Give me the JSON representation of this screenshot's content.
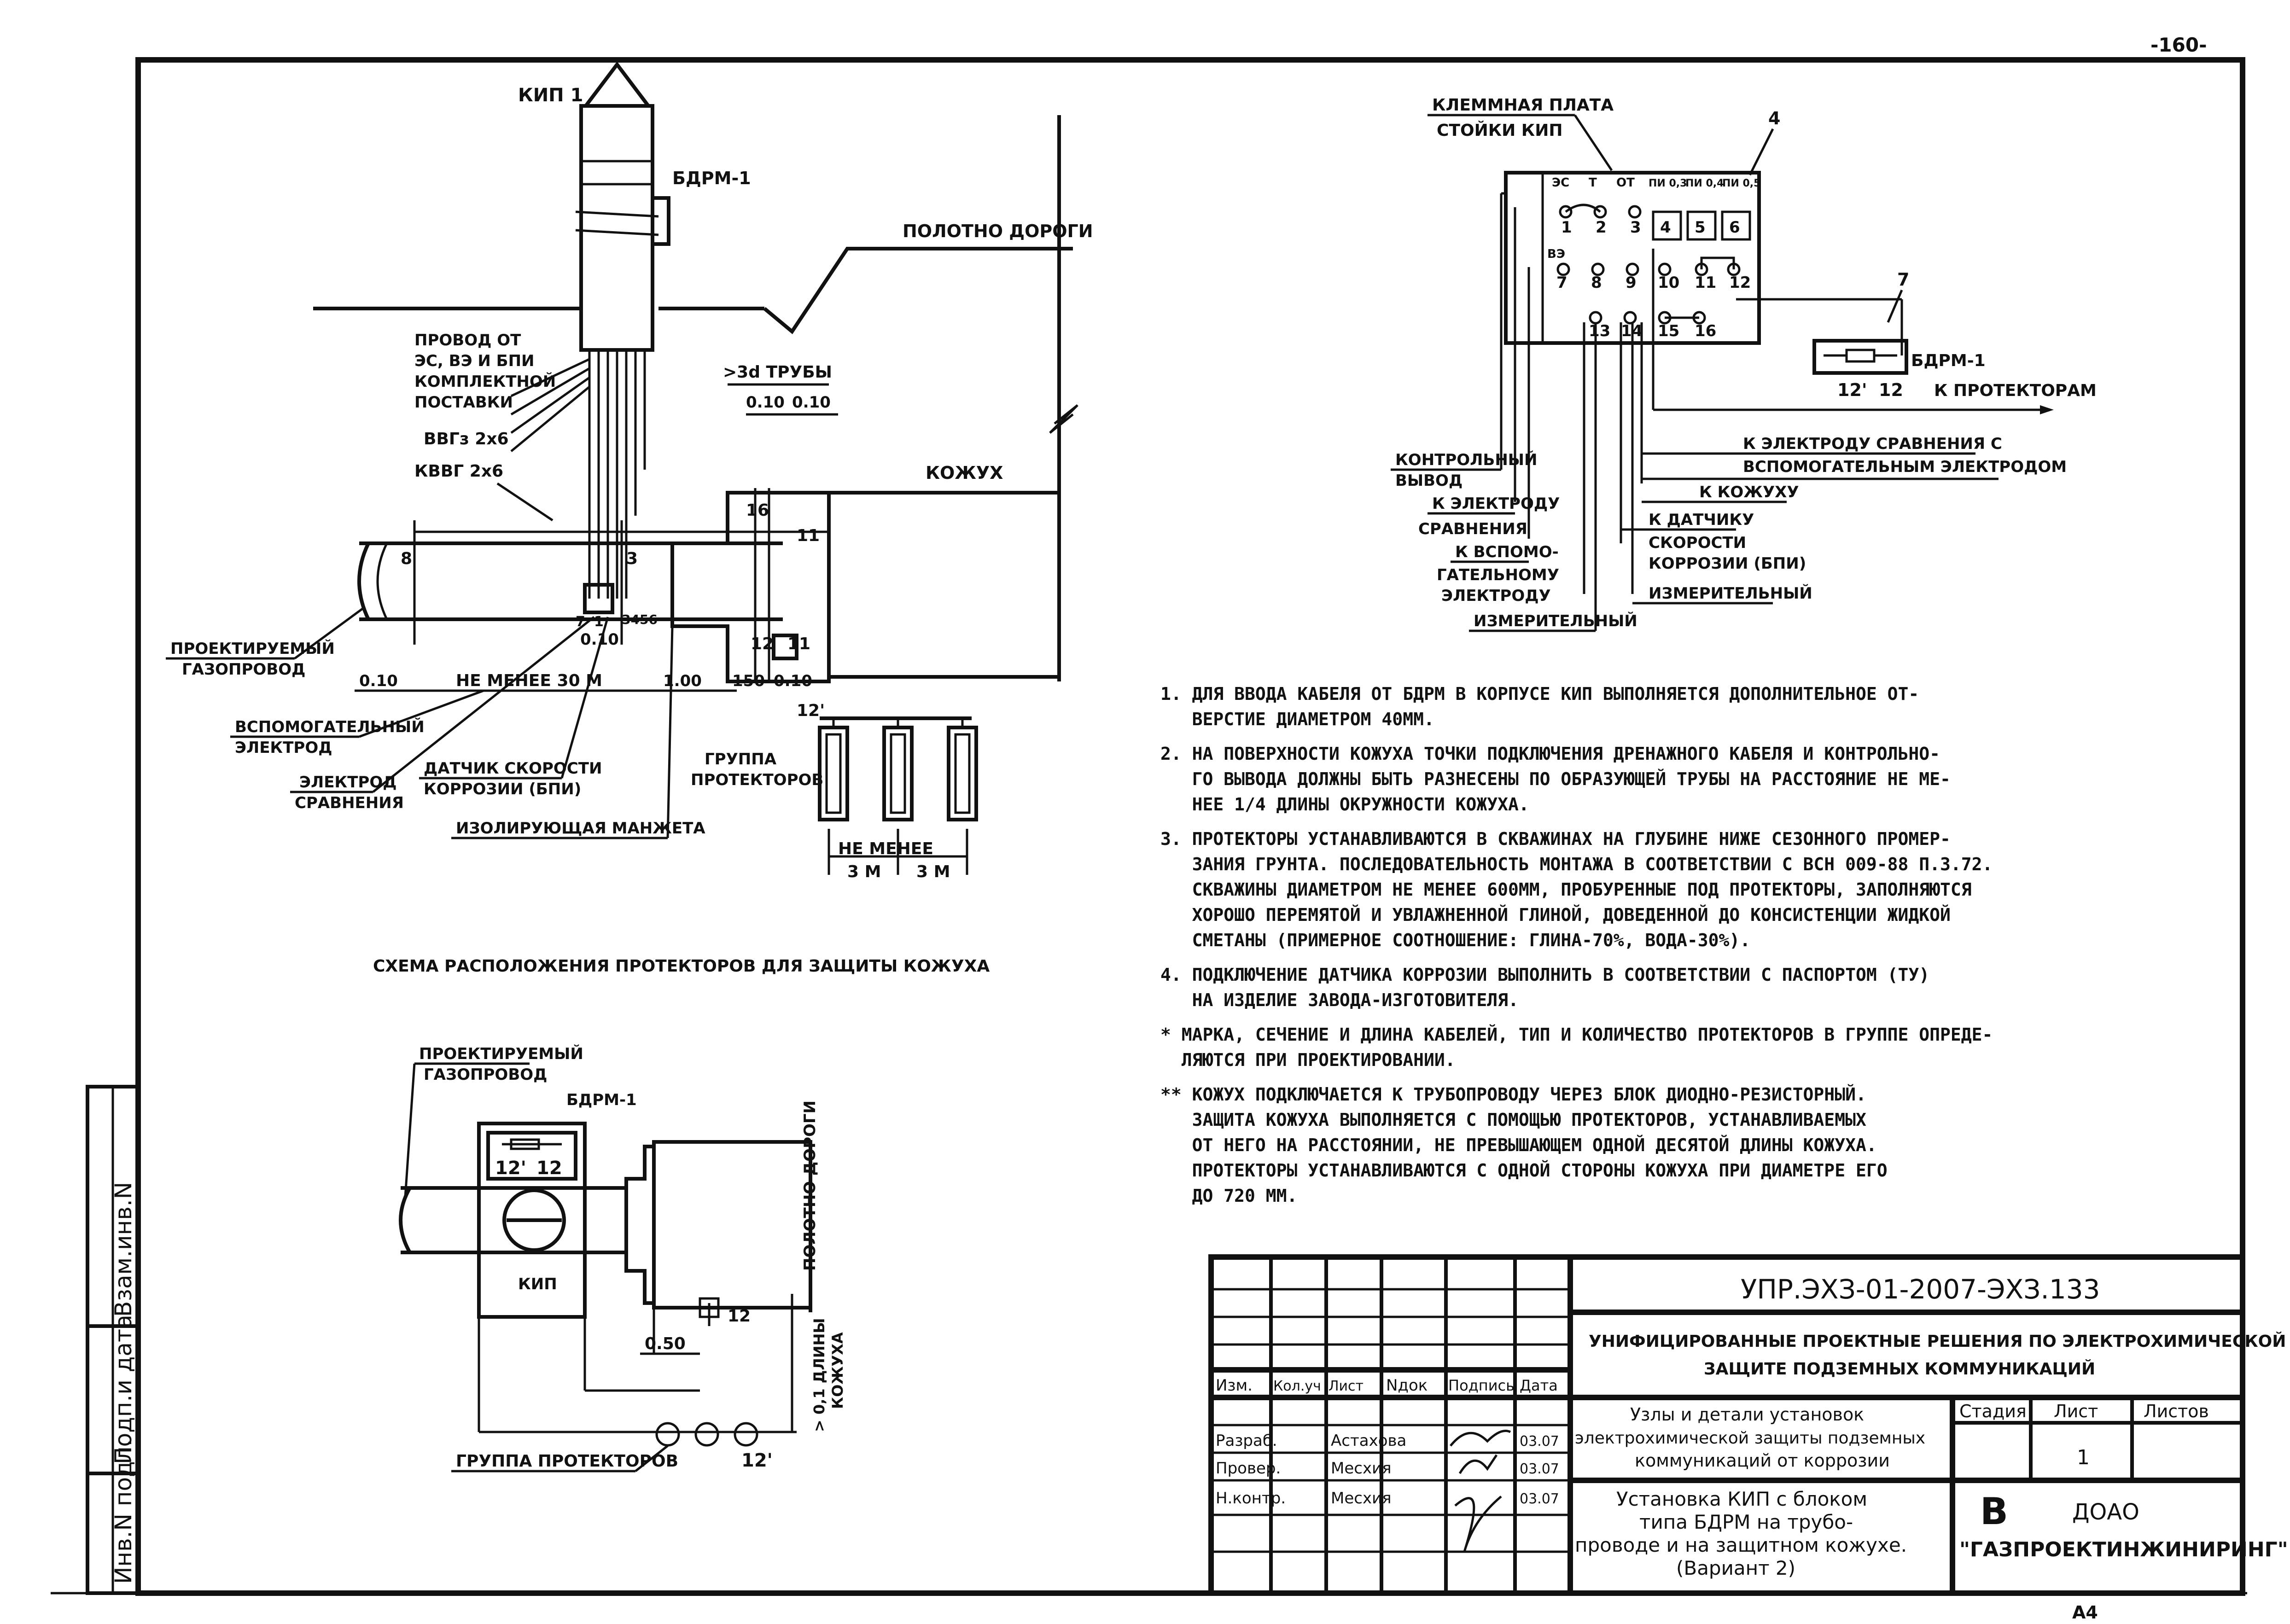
{
  "page_number": "-160-",
  "format_label": "A4",
  "main_view": {
    "kip_label": "КИП 1",
    "bdrm_label": "БДРМ-1",
    "road_label": "ПОЛОТНО ДОРОГИ",
    "wires_label_1": "ПРОВОД ОТ",
    "wires_label_2": "ЭС, ВЭ И БПИ",
    "wires_label_3": "КОМПЛЕКТНОЙ",
    "wires_label_4": "ПОСТАВКИ",
    "cable_1": "ВВГз 2х6",
    "cable_2": "КВВГ 2х6",
    "dim_pipe": ">3d ТРУБЫ",
    "dim_010_a": "0.10",
    "dim_010_b": "0.10",
    "casing_label": "КОЖУХ",
    "terminal_8": "8",
    "terminal_3": "3",
    "terminal_16": "16",
    "terminal_11": "11",
    "terminal_12": "12",
    "terminal_11b": "11",
    "terminal_7": "7",
    "terminal_1": "1",
    "terminal_3456": "3456",
    "gas_pipe_1": "ПРОЕКТИРУЕМЫЙ",
    "gas_pipe_2": "ГАЗОПРОВОД",
    "dim_010_c": "0.10",
    "dim_010_d": "0.10",
    "dim_min30": "НЕ МЕНЕЕ 30 М",
    "dim_100": "1.00",
    "dim_150": "150",
    "dim_010_e": "0.10",
    "aux_electrode_1": "ВСПОМОГАТЕЛЬНЫЙ",
    "aux_electrode_2": "ЭЛЕКТРОД",
    "ref_electrode_1": "ЭЛЕКТРОД",
    "ref_electrode_2": "СРАВНЕНИЯ",
    "sensor_1": "ДАТЧИК СКОРОСТИ",
    "sensor_2": "КОРРОЗИИ (БПИ)",
    "cuff": "ИЗОЛИРУЮЩАЯ МАНЖЕТА",
    "protector_group_1": "ГРУППА",
    "protector_group_2": "ПРОТЕКТОРОВ",
    "terminal_12p": "12'",
    "dim_min_1": "НЕ МЕНЕЕ",
    "dim_3m_a": "3 М",
    "dim_3m_b": "3 М"
  },
  "plan_view": {
    "caption": "СХЕМА РАСПОЛОЖЕНИЯ ПРОТЕКТОРОВ ДЛЯ ЗАЩИТЫ КОЖУХА",
    "gas_pipe_1": "ПРОЕКТИРУЕМЫЙ",
    "gas_pipe_2": "ГАЗОПРОВОД",
    "bdrm": "БДРМ-1",
    "term_12p": "12'",
    "term_12": "12",
    "kip": "КИП",
    "road": "ПОЛОТНО ДОРОГИ",
    "dim_12": "12",
    "dim_050": "0.50",
    "dim_casing_1": "> 0,1 ДЛИНЫ",
    "dim_casing_2": "КОЖУХА",
    "protectors": "ГРУППА ПРОТЕКТОРОВ",
    "term_12p_b": "12'"
  },
  "terminal_plate": {
    "title_1": "КЛЕММНАЯ ПЛАТА",
    "title_2": "СТОЙКИ КИП",
    "callout_4": "4",
    "callout_7": "7",
    "headers": [
      "ЭС",
      "Т",
      "ОТ",
      "ПИ 0,3",
      "ПИ 0,4",
      "ПИ 0,5"
    ],
    "row1": [
      "1",
      "2",
      "3",
      "4",
      "5",
      "6"
    ],
    "vz": "ВЭ",
    "row2": [
      "7",
      "8",
      "9",
      "10",
      "11",
      "12"
    ],
    "row3": [
      "13",
      "14",
      "15",
      "16"
    ],
    "bdrm": "БДРМ-1",
    "bdrm_12p": "12'",
    "bdrm_12": "12",
    "to_protectors": "К ПРОТЕКТОРАМ",
    "to_ref_aux_1": "К ЭЛЕКТРОДУ СРАВНЕНИЯ С",
    "to_ref_aux_2": "ВСПОМОГАТЕЛЬНЫМ ЭЛЕКТРОДОМ",
    "to_casing": "К КОЖУХУ",
    "control_lead_1": "КОНТРОЛЬНЫЙ",
    "control_lead_2": "ВЫВОД",
    "to_ref_1": "К ЭЛЕКТРОДУ",
    "to_ref_2": "СРАВНЕНИЯ",
    "to_aux_1": "К ВСПОМО-",
    "to_aux_2": "ГАТЕЛЬНОМУ",
    "to_aux_3": "ЭЛЕКТРОДУ",
    "measuring_a": "ИЗМЕРИТЕЛЬНЫЙ",
    "to_sensor_1": "К ДАТЧИКУ",
    "to_sensor_2": "СКОРОСТИ",
    "to_sensor_3": "КОРРОЗИИ (БПИ)",
    "measuring_b": "ИЗМЕРИТЕЛЬНЫЙ"
  },
  "notes": [
    "1. ДЛЯ ВВОДА КАБЕЛЯ ОТ БДРМ В КОРПУСЕ КИП ВЫПОЛНЯЕТСЯ ДОПОЛНИТЕЛЬНОЕ ОТ-",
    "   ВЕРСТИЕ ДИАМЕТРОМ 40ММ.",
    "2. НА ПОВЕРХНОСТИ КОЖУХА ТОЧКИ ПОДКЛЮЧЕНИЯ ДРЕНАЖНОГО КАБЕЛЯ И КОНТРОЛЬНО-",
    "   ГО ВЫВОДА ДОЛЖНЫ БЫТЬ РАЗНЕСЕНЫ ПО ОБРАЗУЮЩЕЙ ТРУБЫ НА РАССТОЯНИЕ НЕ МЕ-",
    "   НЕЕ 1/4 ДЛИНЫ ОКРУЖНОСТИ КОЖУХА.",
    "3. ПРОТЕКТОРЫ УСТАНАВЛИВАЮТСЯ В СКВАЖИНАХ НА ГЛУБИНЕ НИЖЕ СЕЗОННОГО ПРОМЕР-",
    "   ЗАНИЯ ГРУНТА. ПОСЛЕДОВАТЕЛЬНОСТЬ МОНТАЖА В СООТВЕТСТВИИ С ВСН 009-88 П.3.72.",
    "   СКВАЖИНЫ ДИАМЕТРОМ НЕ МЕНЕЕ 600ММ, ПРОБУРЕННЫЕ ПОД ПРОТЕКТОРЫ, ЗАПОЛНЯЮТСЯ",
    "   ХОРОШО ПЕРЕМЯТОЙ И УВЛАЖНЕННОЙ ГЛИНОЙ, ДОВЕДЕННОЙ ДО КОНСИСТЕНЦИИ ЖИДКОЙ",
    "   СМЕТАНЫ (ПРИМЕРНОЕ СООТНОШЕНИЕ: ГЛИНА-70%, ВОДА-30%).",
    "4. ПОДКЛЮЧЕНИЕ ДАТЧИКА КОРРОЗИИ ВЫПОЛНИТЬ В СООТВЕТСТВИИ С ПАСПОРТОМ (ТУ)",
    "   НА ИЗДЕЛИЕ ЗАВОДА-ИЗГОТОВИТЕЛЯ.",
    "* МАРКА, СЕЧЕНИЕ И ДЛИНА КАБЕЛЕЙ, ТИП И КОЛИЧЕСТВО ПРОТЕКТОРОВ В ГРУППЕ ОПРЕДЕ-",
    "  ЛЯЮТСЯ ПРИ ПРОЕКТИРОВАНИИ.",
    "** КОЖУХ ПОДКЛЮЧАЕТСЯ К ТРУБОПРОВОДУ ЧЕРЕЗ БЛОК ДИОДНО-РЕЗИСТОРНЫЙ.",
    "   ЗАЩИТА КОЖУХА ВЫПОЛНЯЕТСЯ С ПОМОЩЬЮ ПРОТЕКТОРОВ, УСТАНАВЛИВАЕМЫХ",
    "   ОТ НЕГО НА РАССТОЯНИИ, НЕ ПРЕВЫШАЮЩЕМ ОДНОЙ ДЕСЯТОЙ ДЛИНЫ КОЖУХА.",
    "   ПРОТЕКТОРЫ УСТАНАВЛИВАЮТСЯ С ОДНОЙ СТОРОНЫ КОЖУХА ПРИ ДИАМЕТРЕ ЕГО",
    "   ДО 720 ММ."
  ],
  "side_stamp": [
    "Инв.N подл.",
    "Подп.и дата",
    "Взам.инв.N"
  ],
  "title_block": {
    "code": "УПР.ЭХЗ-01-2007-ЭХЗ.133",
    "series_1": "УНИФИЦИРОВАННЫЕ ПРОЕКТНЫЕ РЕШЕНИЯ ПО ЭЛЕКТРОХИМИЧЕСКОЙ",
    "series_2": "ЗАЩИТЕ ПОДЗЕМНЫХ КОММУНИКАЦИЙ",
    "col_izm": "Изм.",
    "col_kol": "Кол.уч",
    "col_list": "Лист",
    "col_ndok": "Nдок",
    "col_podpis": "Подпись",
    "col_data": "Дата",
    "razrab": "Разраб.",
    "razrab_name": "Астахова",
    "razrab_date": "03.07",
    "prover": "Провер.",
    "prover_name": "Месхия",
    "prover_date": "03.07",
    "nkontr": "Н.контр.",
    "nkontr_name": "Месхия",
    "nkontr_date": "03.07",
    "section_1": "Узлы и детали установок",
    "section_2": "электрохимической защиты подземных",
    "section_3": "коммуникаций от коррозии",
    "sheet_1": "Установка КИП с блоком",
    "sheet_2": "типа БДРМ на трубо-",
    "sheet_3": "проводе и на защитном кожухе.",
    "sheet_4": "(Вариант 2)",
    "stage": "Стадия",
    "list": "Лист",
    "lists": "Листов",
    "list_num": "1",
    "company_1": "ДОАО",
    "company_2": "\"ГАЗПРОЕКТИНЖИНИРИНГ\"",
    "logo": "B"
  }
}
